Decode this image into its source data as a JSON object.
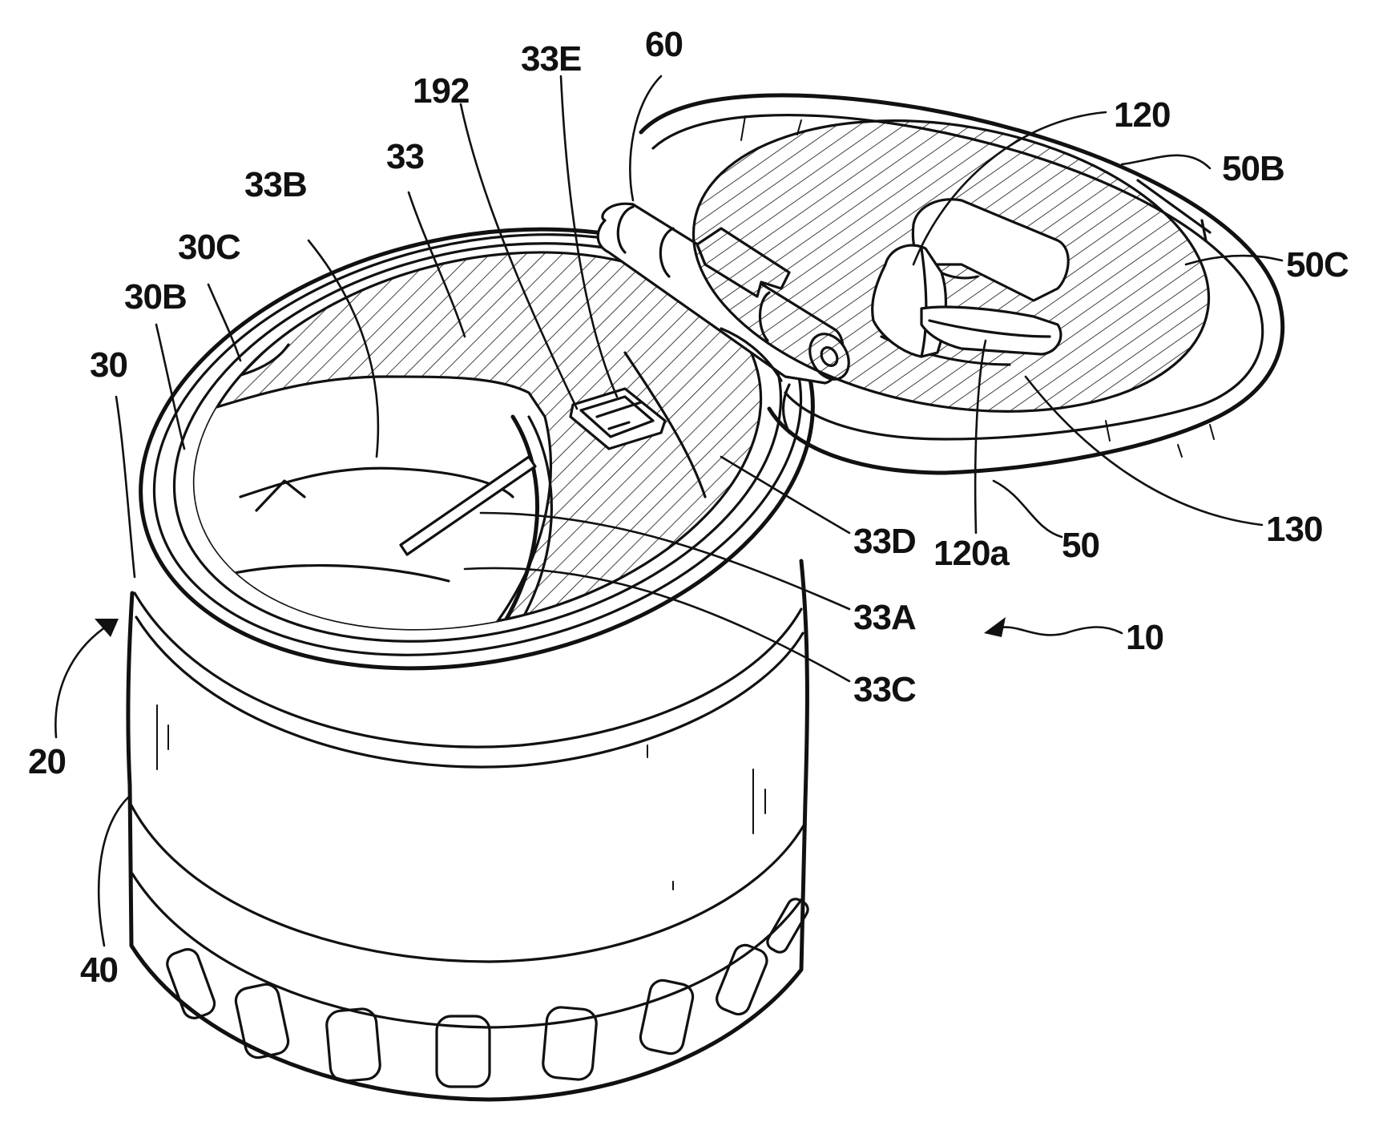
{
  "labels": {
    "l_10": "10",
    "l_20": "20",
    "l_30": "30",
    "l_30B": "30B",
    "l_30C": "30C",
    "l_33": "33",
    "l_33A": "33A",
    "l_33B": "33B",
    "l_33C": "33C",
    "l_33D": "33D",
    "l_33E": "33E",
    "l_40": "40",
    "l_50": "50",
    "l_50B": "50B",
    "l_50C": "50C",
    "l_60": "60",
    "l_120": "120",
    "l_120a": "120a",
    "l_130": "130",
    "l_192": "192"
  },
  "colors": {
    "ink": "#111111",
    "background": "#ffffff"
  }
}
